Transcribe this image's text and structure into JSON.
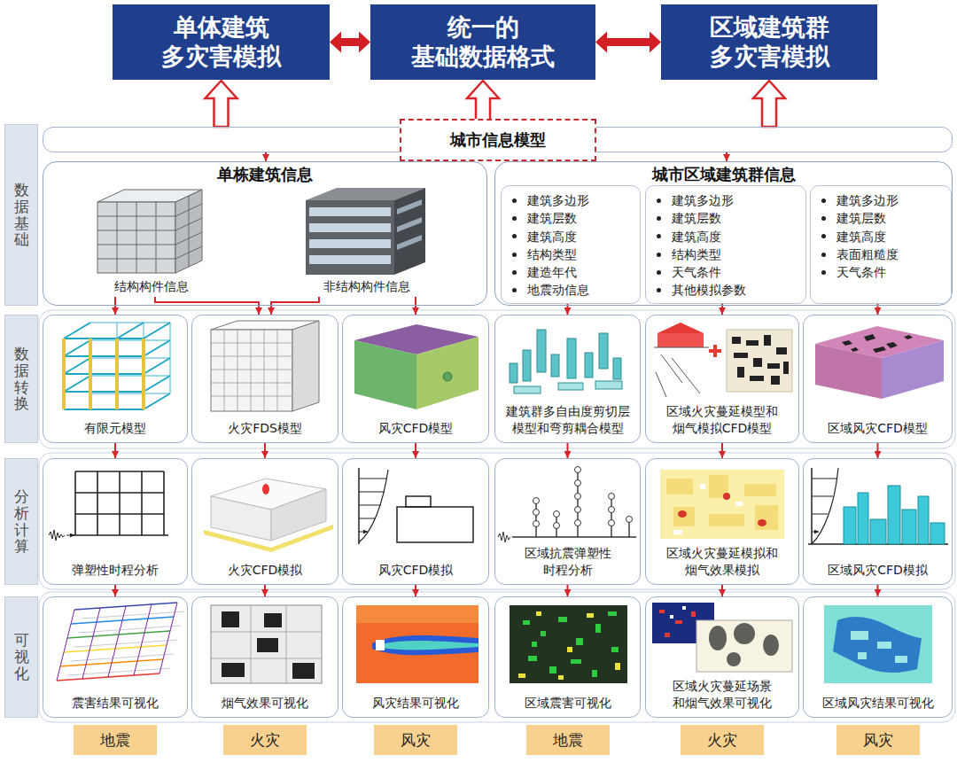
{
  "diagram": {
    "nodes": [
      {
        "text": [
          "单体建筑 多灾害模拟"
        ]
      },
      {
        "text": [
          "统一的 基础数据格式"
        ]
      },
      {
        "text": [
          "区域建筑群 多灾害模拟"
        ]
      },
      {
        "text": [
          "城市信息模型"
        ]
      },
      {
        "text": [
          "数据基础"
        ]
      },
      {
        "text": [
          "单栋建筑信息"
        ]
      },
      {
        "text": [
          "结构构件信息"
        ],
        "in": 5
      },
      {
        "text": [
          "非结构构件信息"
        ],
        "in": 5
      },
      {
        "text": [
          "城市区域建筑群信息"
        ]
      },
      {
        "text": [
          "建筑多边形",
          "建筑层数",
          "建筑高度",
          "结构类型",
          "建造年代",
          "地震动信息"
        ],
        "in": 8
      },
      {
        "text": [
          "建筑多边形",
          "建筑层数",
          "建筑高度",
          "结构类型",
          "天气条件",
          "其他模拟参数"
        ],
        "in": 8
      },
      {
        "text": [
          "建筑多边形",
          "建筑层数",
          "建筑高度",
          "表面粗糙度",
          "天气条件"
        ],
        "in": 8
      },
      {
        "text": [
          "数据转换"
        ]
      },
      {
        "text": [
          "有限元模型"
        ]
      },
      {
        "text": [
          "火灾FDS模型"
        ]
      },
      {
        "text": [
          "风灾CFD模型"
        ]
      },
      {
        "text": [
          "建筑群多自由度剪切层 模型和弯剪耦合模型"
        ]
      },
      {
        "text": [
          "区域火灾蔓延模型和 烟气模拟CFD模型"
        ]
      },
      {
        "text": [
          "区域风灾CFD模型"
        ]
      },
      {
        "text": [
          "分析计算"
        ]
      },
      {
        "text": [
          "弹塑性时程分析"
        ]
      },
      {
        "text": [
          "火灾CFD模拟"
        ]
      },
      {
        "text": [
          "风灾CFD模拟"
        ]
      },
      {
        "text": [
          "区域抗震弹塑性 时程分析"
        ]
      },
      {
        "text": [
          "区域火灾蔓延模拟和 烟气效果模拟"
        ]
      },
      {
        "text": [
          "区域风灾CFD模拟"
        ]
      },
      {
        "text": [
          "可视化"
        ]
      },
      {
        "text": [
          "震害结果可视化"
        ]
      },
      {
        "text": [
          "烟气效果可视化"
        ]
      },
      {
        "text": [
          "风灾结果可视化"
        ]
      },
      {
        "text": [
          "区域震害可视化"
        ]
      },
      {
        "text": [
          "区域火灾蔓延场景 和烟气效果可视化"
        ]
      },
      {
        "text": [
          "区域风灾结果可视化"
        ]
      },
      {
        "text": [
          "地震"
        ]
      },
      {
        "text": [
          "火灾"
        ]
      },
      {
        "text": [
          "风灾"
        ]
      },
      {
        "text": [
          "地震"
        ]
      },
      {
        "text": [
          "火灾"
        ]
      },
      {
        "text": [
          "风灾"
        ]
      }
    ],
    "edges": [
      {
        "from": 0,
        "to": 1,
        "arrow": "both"
      },
      {
        "from": 1,
        "to": 2,
        "arrow": "both"
      },
      {
        "from": 3,
        "to": 0,
        "arrow": "to"
      },
      {
        "from": 3,
        "to": 1,
        "arrow": "to"
      },
      {
        "from": 3,
        "to": 2,
        "arrow": "to"
      },
      {
        "from": 3,
        "to": 5,
        "arrow": "to"
      },
      {
        "from": 3,
        "to": 8,
        "arrow": "to"
      },
      {
        "from": 6,
        "to": 13,
        "arrow": "to"
      },
      {
        "from": 6,
        "to": 14,
        "arrow": "to"
      },
      {
        "from": 7,
        "to": 14,
        "arrow": "to"
      },
      {
        "from": 7,
        "to": 15,
        "arrow": "to"
      },
      {
        "from": 9,
        "to": 16,
        "arrow": "to"
      },
      {
        "from": 10,
        "to": 17,
        "arrow": "to"
      },
      {
        "from": 11,
        "to": 18,
        "arrow": "to"
      },
      {
        "from": 13,
        "to": 20,
        "arrow": "to"
      },
      {
        "from": 14,
        "to": 21,
        "arrow": "to"
      },
      {
        "from": 15,
        "to": 22,
        "arrow": "to"
      },
      {
        "from": 16,
        "to": 23,
        "arrow": "to"
      },
      {
        "from": 17,
        "to": 24,
        "arrow": "to"
      },
      {
        "from": 18,
        "to": 25,
        "arrow": "to"
      },
      {
        "from": 20,
        "to": 27,
        "arrow": "to"
      },
      {
        "from": 21,
        "to": 28,
        "arrow": "to"
      },
      {
        "from": 22,
        "to": 29,
        "arrow": "to"
      },
      {
        "from": 23,
        "to": 30,
        "arrow": "to"
      },
      {
        "from": 24,
        "to": 31,
        "arrow": "to"
      },
      {
        "from": 25,
        "to": 32,
        "arrow": "to"
      }
    ]
  }
}
